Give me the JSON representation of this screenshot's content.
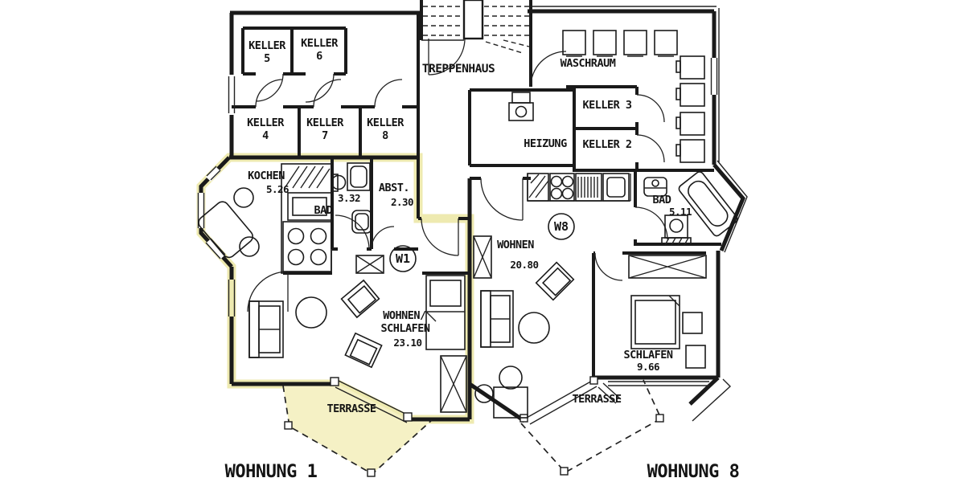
{
  "colors": {
    "wall": "#1a1a1a",
    "highl": "#eeeab0",
    "terrace_fill": "#f5f1c5",
    "paper": "#ffffff"
  },
  "basement": {
    "treppenhaus": {
      "label": "TREPPENHAUS"
    },
    "waschraum": {
      "label": "WASCHRAUM"
    },
    "heizung": {
      "label": "HEIZUNG"
    },
    "keller5": {
      "label": "KELLER",
      "number": "5"
    },
    "keller6": {
      "label": "KELLER",
      "number": "6"
    },
    "keller4": {
      "label": "KELLER",
      "number": "4"
    },
    "keller7": {
      "label": "KELLER",
      "number": "7"
    },
    "keller8": {
      "label": "KELLER",
      "number": "8"
    },
    "keller3": {
      "label": "KELLER 3"
    },
    "keller2": {
      "label": "KELLER 2"
    }
  },
  "w1": {
    "badge": "W1",
    "caption": "WOHNUNG 1",
    "kochen": {
      "label": "KOCHEN",
      "area": "5.26"
    },
    "bad": {
      "label": "BAD",
      "area": "3.32"
    },
    "abst": {
      "label": "ABST.",
      "area": "2.30"
    },
    "wohnen_schlafen": {
      "line1": "WOHNEN/",
      "line2": "SCHLAFEN",
      "area": "23.10"
    },
    "terrasse": {
      "label": "TERRASSE"
    }
  },
  "w8": {
    "badge": "W8",
    "caption": "WOHNUNG 8",
    "wohnen": {
      "label": "WOHNEN",
      "area": "20.80"
    },
    "bad": {
      "label": "BAD",
      "area": "5.11"
    },
    "schlafen": {
      "label": "SCHLAFEN",
      "area": "9.66"
    },
    "terrasse": {
      "label": "TERRASSE"
    }
  }
}
